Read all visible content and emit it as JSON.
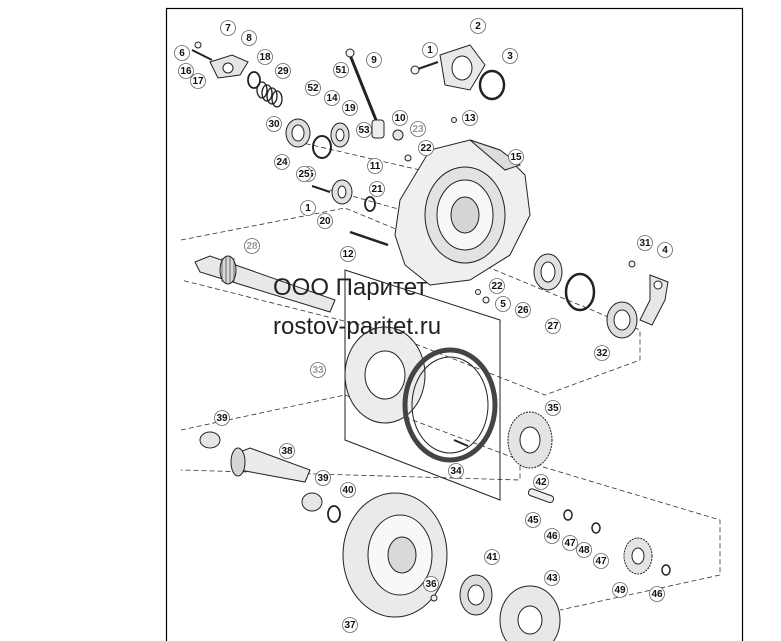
{
  "watermark": {
    "line1": "ООО Паритет",
    "line2": "rostov-paritet.ru"
  },
  "callouts": [
    "1",
    "1",
    "2",
    "3",
    "4",
    "5",
    "6",
    "7",
    "8",
    "9",
    "10",
    "11",
    "12",
    "13",
    "14",
    "15",
    "16",
    "17",
    "18",
    "19",
    "20",
    "21",
    "22",
    "22",
    "23",
    "24",
    "25",
    "25",
    "26",
    "27",
    "28",
    "29",
    "30",
    "31",
    "32",
    "33",
    "34",
    "35",
    "36",
    "37",
    "38",
    "39",
    "39",
    "40",
    "41",
    "42",
    "43",
    "45",
    "46",
    "46",
    "47",
    "47",
    "48",
    "49",
    "51",
    "52",
    "53"
  ],
  "colors": {
    "line": "#1a1a1a",
    "frame": "#000000",
    "callout_circle": "#ffffff",
    "dim_label": "#9a9a9a"
  }
}
